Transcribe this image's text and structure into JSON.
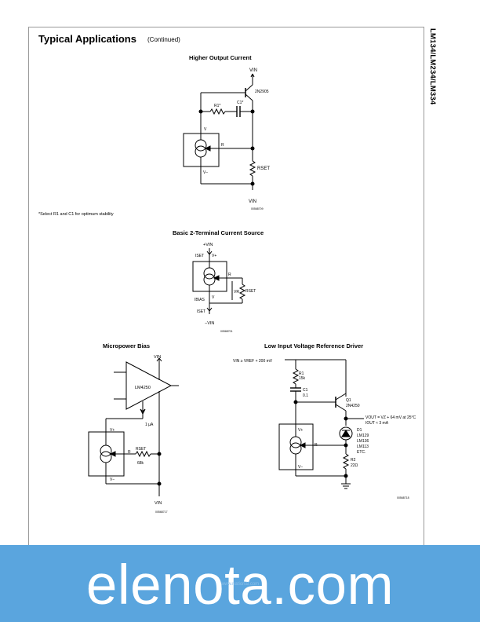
{
  "side_title": "LM134/LM234/LM334",
  "header": {
    "title": "Typical Applications",
    "subtitle": "(Continued)"
  },
  "circuit1": {
    "title": "Higher Output Current",
    "vin_plus": "VIN",
    "transistor": "2N2905",
    "r1": "R1*",
    "c1": "C1*",
    "v_plus": "V",
    "r_pin": "R",
    "v_minus": "V−",
    "rset": "RSET",
    "vin_minus": "VIN",
    "fig": "00568709",
    "footnote": "*Select R1 and C1 for optimum stability"
  },
  "circuit2": {
    "title": "Basic 2-Terminal Current Source",
    "vin_plus": "+VIN",
    "iset_top": "ISET",
    "v_plus": "V+",
    "r_pin": "R",
    "vr": "VR",
    "rset": "RSET",
    "v_minus": "V",
    "ibias": "IBIAS",
    "iset_bot": "ISET",
    "vin_minus": "−VIN",
    "fig": "00568701"
  },
  "circuit3": {
    "title": "Micropower Bias",
    "vin_plus": "VIN",
    "opamp": "LM4250",
    "current": "1 µA",
    "v_plus": "V+",
    "r_pin": "R",
    "rset": "RSET",
    "rset_value": "68k",
    "v_minus": "V−",
    "vin_minus": "VIN",
    "fig": "00568717"
  },
  "circuit4": {
    "title": "Low Input Voltage Reference Driver",
    "vin_label": "VIN ≥ VREF + 200 mV",
    "r1": "R1",
    "r1_value": "15k",
    "c1": "C1",
    "c1_value": "0.1",
    "q1": "Q1",
    "q1_part": "2N4250",
    "vout": "VOUT = VZ + 64 mV at 25°C",
    "iout": "IOUT ≈ 3 mA",
    "d1": "D1",
    "d1_parts": [
      "LM129",
      "LM136",
      "LM113",
      "ETC."
    ],
    "v_plus": "V+",
    "r_pin": "R",
    "v_minus": "V−",
    "r2": "R2",
    "r2_value": "22Ω",
    "fig": "00568718"
  },
  "footer": {
    "brand": "elenota.com",
    "url": "www.national.com"
  },
  "colors": {
    "banner": "#5aa5de",
    "frame": "#9a9a9a"
  }
}
